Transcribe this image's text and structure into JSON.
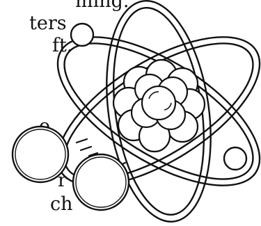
{
  "text_fragments": [
    "ming.",
    "ters",
    "ft.",
    "e",
    "r",
    "ch"
  ],
  "illustration": {
    "subject": "atom-icon",
    "colors": {
      "ink": "#111111",
      "paper": "#ffffff"
    }
  }
}
